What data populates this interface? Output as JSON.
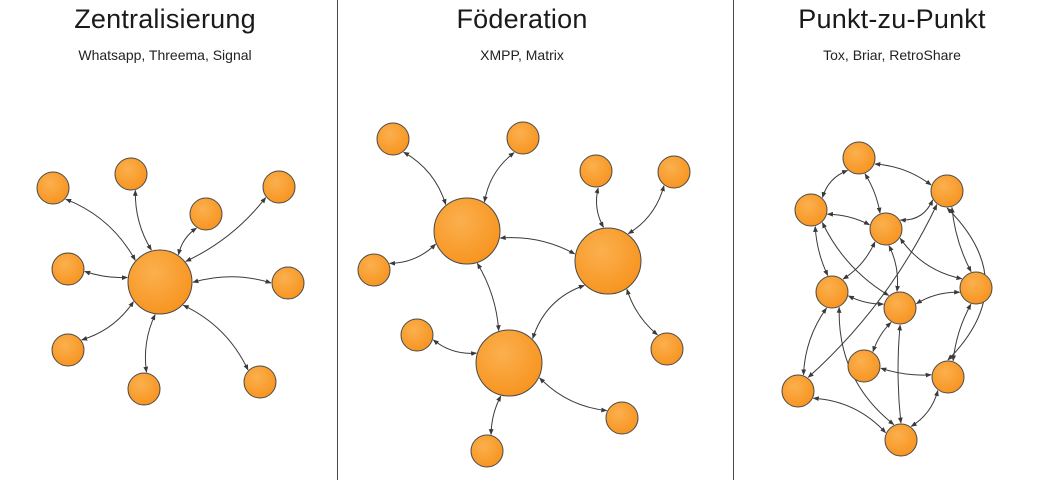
{
  "panels": [
    {
      "title": "Zentralisierung",
      "subtitle": "Whatsapp, Threema, Signal"
    },
    {
      "title": "Föderation",
      "subtitle": "XMPP, Matrix"
    },
    {
      "title": "Punkt-zu-Punkt",
      "subtitle": "Tox, Briar, RetroShare"
    }
  ],
  "colors": {
    "node_fill": "#f7931e",
    "node_highlight": "#fbb04e",
    "node_stroke": "#4a4a4a",
    "edge": "#3a3a3a",
    "divider": "#4a4a4a"
  }
}
